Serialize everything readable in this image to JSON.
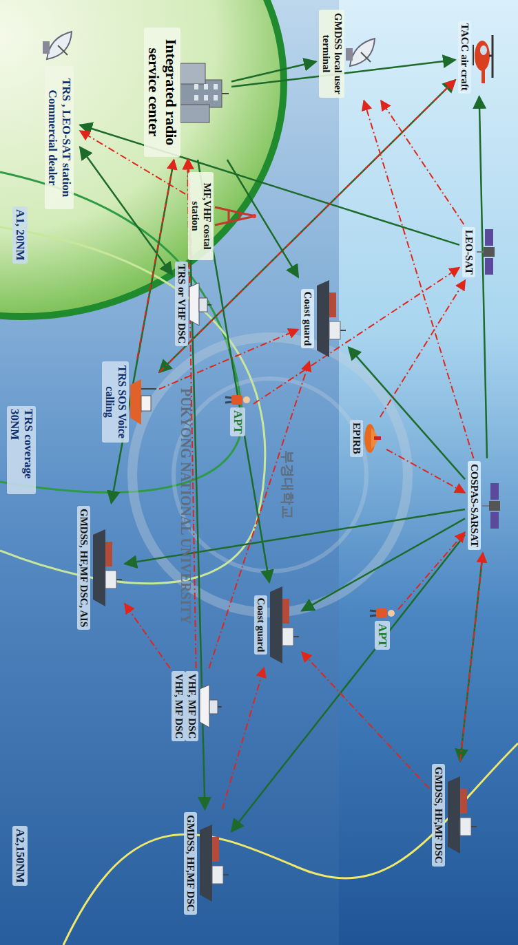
{
  "diagram": {
    "nodes": [
      {
        "text": [
          "TACC air craft"
        ]
      },
      {
        "text": [
          "GMDSS local user terminal"
        ]
      },
      {
        "text": [
          "Integrated radio service center"
        ]
      },
      {
        "text": [
          "MF,VHF costal station"
        ]
      },
      {
        "text": [
          "TRS , LEO-SAT station Commercial dealer"
        ]
      },
      {
        "text": [
          "LEO-SAT"
        ]
      },
      {
        "text": [
          "Coast guard"
        ]
      },
      {
        "text": [
          "TRS or VHF DSC"
        ]
      },
      {
        "text": [
          "TRS SOS Voice calling"
        ]
      },
      {
        "text": [
          "APT"
        ]
      },
      {
        "text": [
          "EPIRB"
        ]
      },
      {
        "text": [
          "COSPAS-SARSAT"
        ]
      },
      {
        "text": [
          "APT"
        ]
      },
      {
        "text": [
          "Coast guard"
        ]
      },
      {
        "text": [
          "VHF, MF DSC",
          "VHF, MF DSC"
        ]
      },
      {
        "text": [
          "GMDSS, HF,MF DSC, AIS"
        ]
      },
      {
        "text": [
          "GMDSS, HF,MF DSC"
        ]
      },
      {
        "text": [
          "GMDSS, HF,MF DSC"
        ]
      }
    ],
    "edges": [
      {
        "from": 11,
        "to": 16,
        "arrow": "to"
      },
      {
        "from": 11,
        "to": 17,
        "arrow": "to"
      },
      {
        "from": 11,
        "to": 13,
        "arrow": "to"
      },
      {
        "from": 11,
        "to": 15,
        "arrow": "to"
      },
      {
        "from": 11,
        "to": 6,
        "arrow": "to"
      },
      {
        "from": 11,
        "to": 0,
        "arrow": "to"
      },
      {
        "from": 2,
        "to": 1,
        "arrow": "to"
      },
      {
        "from": 2,
        "to": 0,
        "arrow": "to"
      },
      {
        "from": 2,
        "to": 6,
        "arrow": "to"
      },
      {
        "from": 2,
        "to": 13,
        "arrow": "to"
      },
      {
        "from": 2,
        "to": 17,
        "arrow": "to"
      },
      {
        "from": 2,
        "to": 15,
        "arrow": "to"
      },
      {
        "from": 5,
        "to": 4,
        "arrow": "to"
      },
      {
        "from": 0,
        "to": 8,
        "arrow": "both"
      },
      {
        "from": 4,
        "to": 7,
        "arrow": "both"
      },
      {
        "from": 16,
        "to": 11,
        "arrow": "to"
      },
      {
        "from": 10,
        "to": 11,
        "arrow": "to"
      },
      {
        "from": 12,
        "to": 11,
        "arrow": "to"
      },
      {
        "from": 9,
        "to": 5,
        "arrow": "to"
      },
      {
        "from": 10,
        "to": 5,
        "arrow": "to"
      },
      {
        "from": 8,
        "to": 6,
        "arrow": "to"
      },
      {
        "from": 8,
        "to": 0,
        "arrow": "to"
      },
      {
        "from": 14,
        "to": 6,
        "arrow": "to"
      },
      {
        "from": 14,
        "to": 2,
        "arrow": "to"
      },
      {
        "from": 17,
        "to": 13,
        "arrow": "to"
      },
      {
        "from": 16,
        "to": 13,
        "arrow": "to"
      },
      {
        "from": 7,
        "to": 2,
        "arrow": "to"
      },
      {
        "from": 3,
        "to": 4,
        "arrow": "to"
      },
      {
        "from": 5,
        "to": 1,
        "arrow": "to"
      },
      {
        "from": 11,
        "to": 1,
        "arrow": "to"
      },
      {
        "from": 8,
        "to": 2,
        "arrow": "to"
      },
      {
        "from": 14,
        "to": 15,
        "arrow": "to"
      }
    ],
    "labels": [
      "A1, 20NM",
      "TRS coverage 30NM",
      "A2,150NM",
      "PUKYONG NATIONAL UNIVERSITY",
      "부경대학교"
    ]
  }
}
